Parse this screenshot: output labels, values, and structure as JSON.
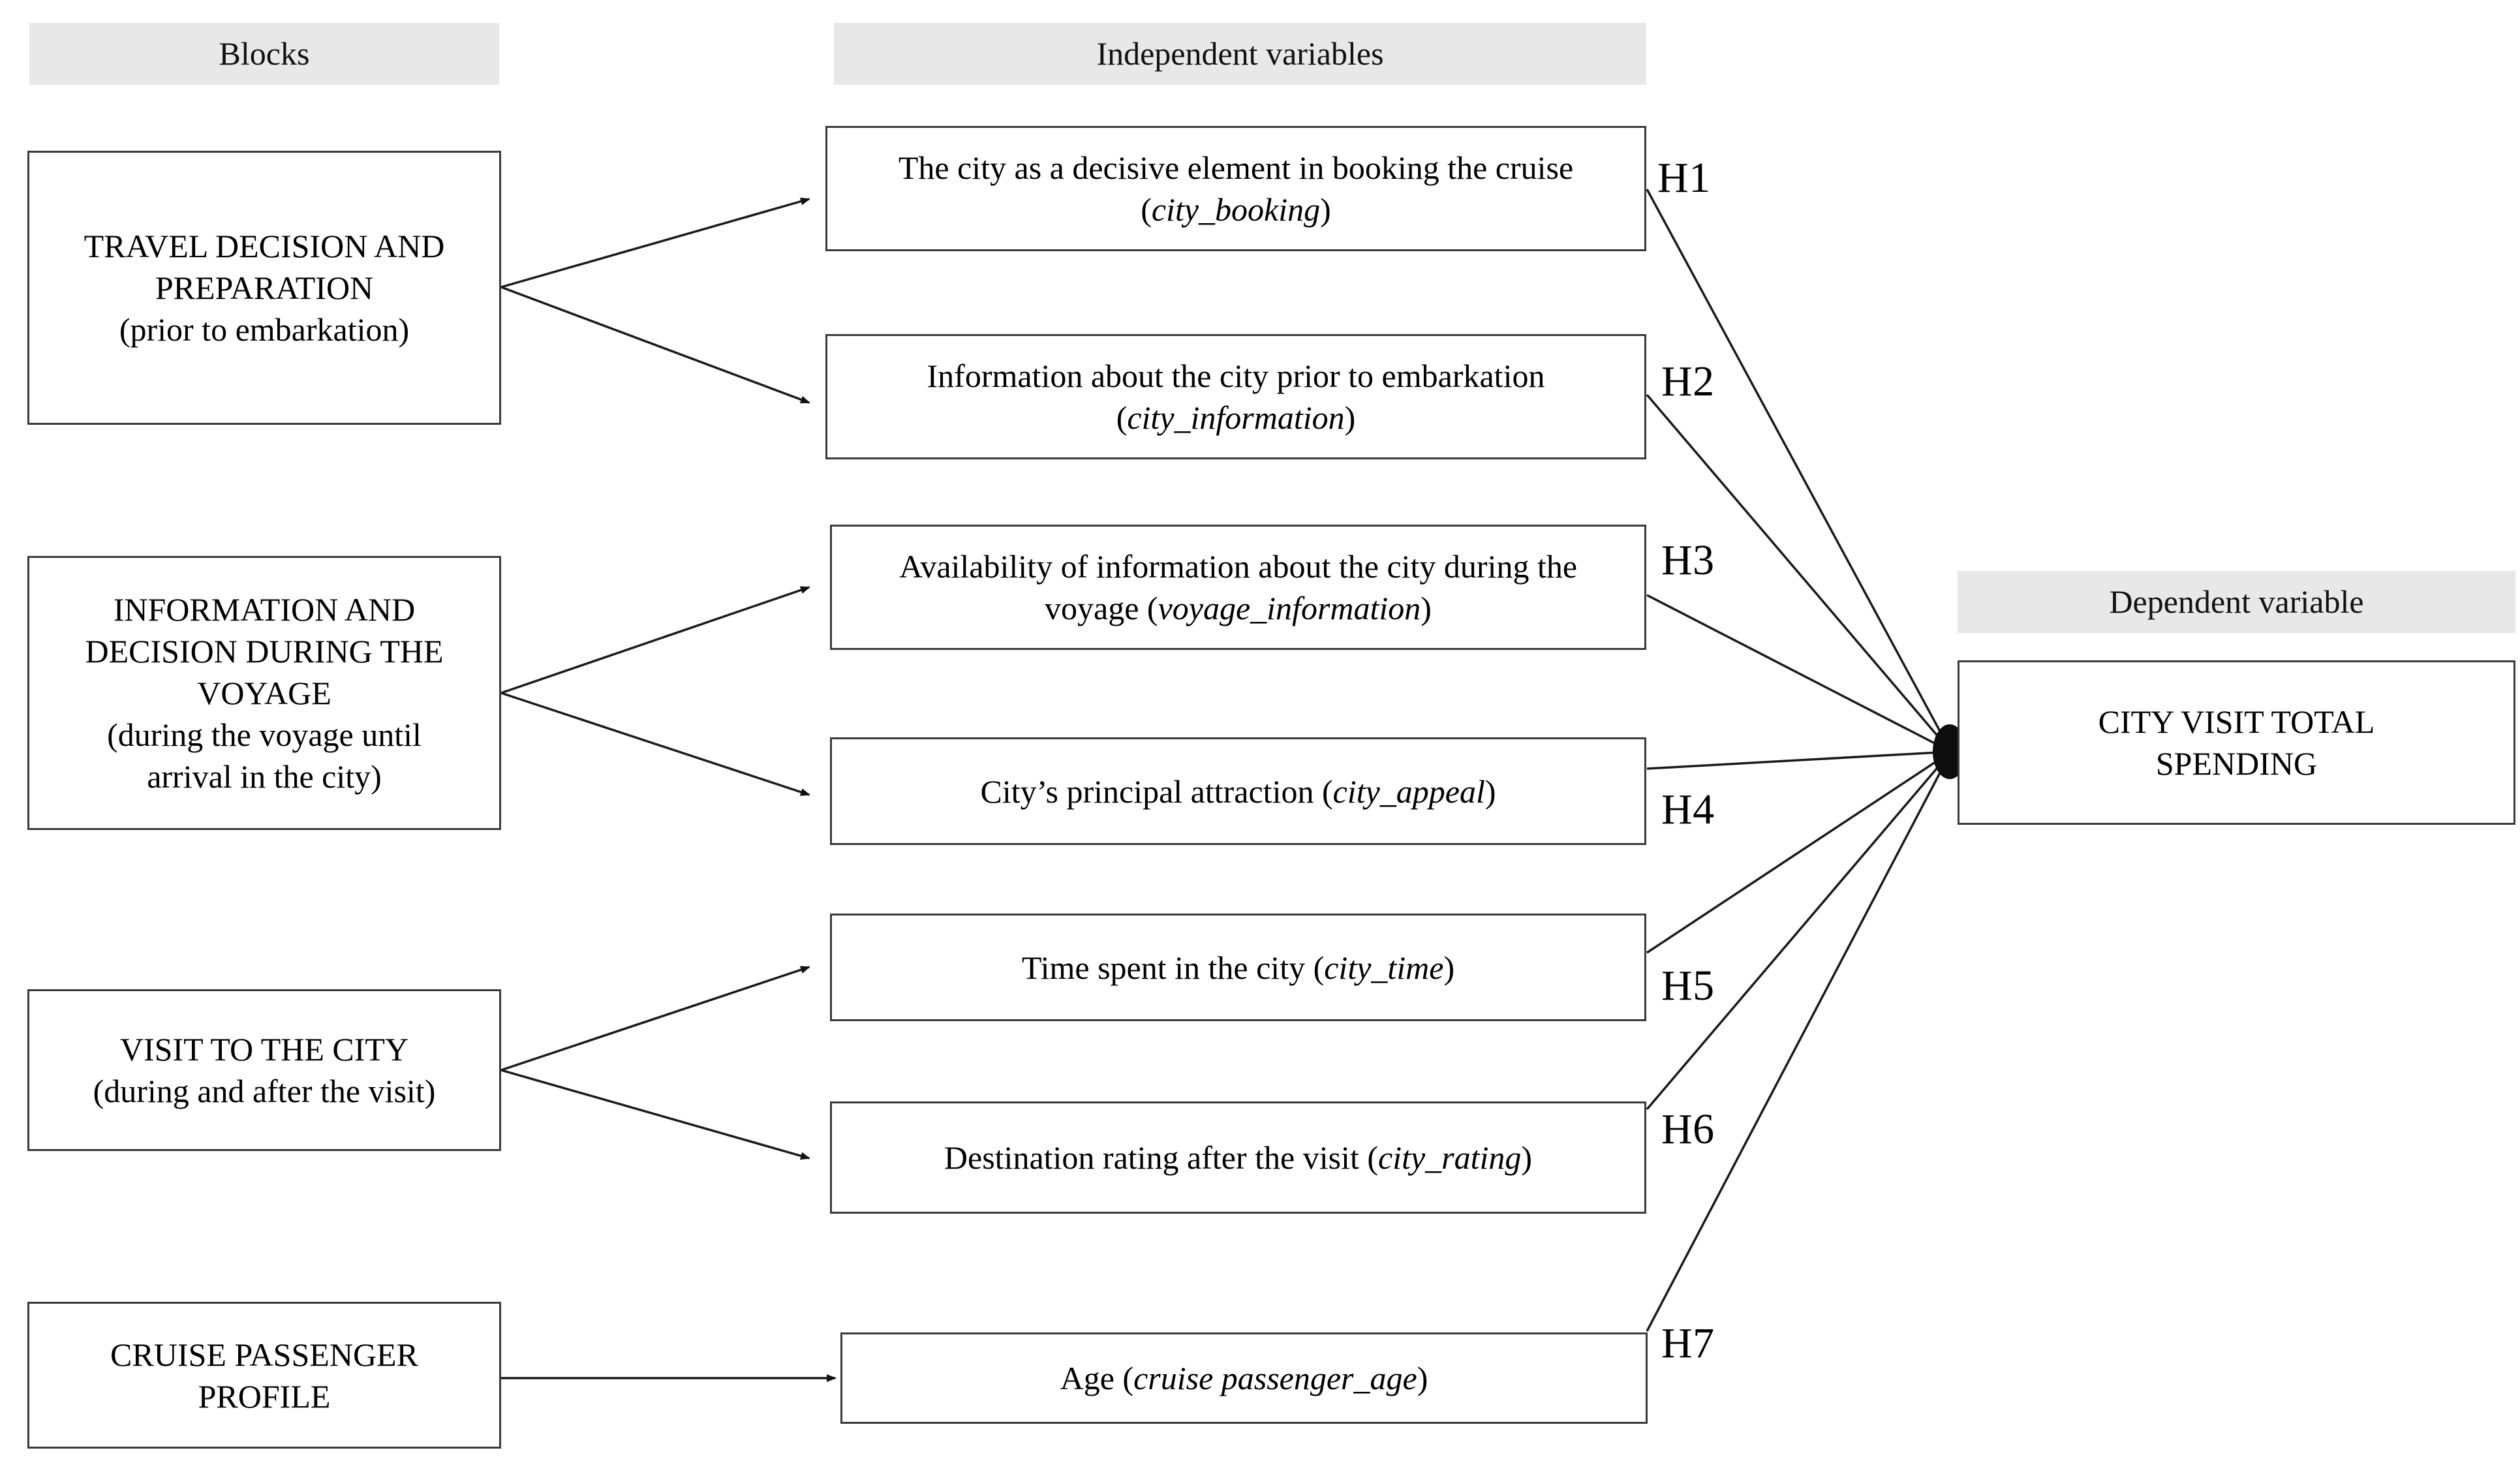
{
  "headers": {
    "blocks": "Blocks",
    "independent": "Independent variables",
    "dependent": "Dependent variable"
  },
  "blocks": [
    {
      "id": "travel-decision",
      "line1": "TRAVEL DECISION AND",
      "line2": "PREPARATION",
      "line3": "(prior to embarkation)"
    },
    {
      "id": "information-decision-voyage",
      "line1": "INFORMATION AND",
      "line2": "DECISION DURING THE",
      "line3": "VOYAGE",
      "line4": "(during the voyage until",
      "line5": "arrival in the city)"
    },
    {
      "id": "visit-to-the-city",
      "line1": "VISIT TO THE CITY",
      "line2": "(during and after the visit)"
    },
    {
      "id": "cruise-passenger-profile",
      "line1": "CRUISE PASSENGER",
      "line2": "PROFILE"
    }
  ],
  "independent_variables": [
    {
      "id": "city-booking",
      "text_line1": "The city as a decisive element in booking the cruise",
      "text_line2_prefix": "(",
      "var_name": "city_booking",
      "text_line2_suffix": ")",
      "hypothesis": "H1"
    },
    {
      "id": "city-information",
      "text_line1": "Information about the city prior to embarkation",
      "text_line2_prefix": "(",
      "var_name": "city_information",
      "text_line2_suffix": ")",
      "hypothesis": "H2"
    },
    {
      "id": "voyage-information",
      "text_line1": "Availability  of information about the city during the",
      "text_line2_prefix": "voyage  (",
      "var_name": "voyage_information",
      "text_line2_suffix": ")",
      "hypothesis": "H3"
    },
    {
      "id": "city-appeal",
      "text_line1": "City’s principal attraction (",
      "var_name": "city_appeal",
      "text_line2_suffix": ")",
      "hypothesis": "H4"
    },
    {
      "id": "city-time",
      "text_line1": "Time spent in the city (",
      "var_name": "city_time",
      "text_line2_suffix": ")",
      "hypothesis": "H5"
    },
    {
      "id": "city-rating",
      "text_line1": "Destination rating after the visit (",
      "var_name": "city_rating",
      "text_line2_suffix": ")",
      "hypothesis": "H6"
    },
    {
      "id": "cruise-passenger-age",
      "text_line1": "Age (",
      "var_name": "cruise passenger_age",
      "text_line2_suffix": ")",
      "hypothesis": "H7"
    }
  ],
  "dependent_variable": {
    "id": "city-visit-total-spending",
    "line1": "CITY VISIT TOTAL",
    "line2": "SPENDING"
  },
  "colors": {
    "header_bg": "#e8e8e8",
    "box_border": "#3a3a3a",
    "line": "#1a1a1a",
    "text": "#000000",
    "page_bg": "#ffffff"
  }
}
